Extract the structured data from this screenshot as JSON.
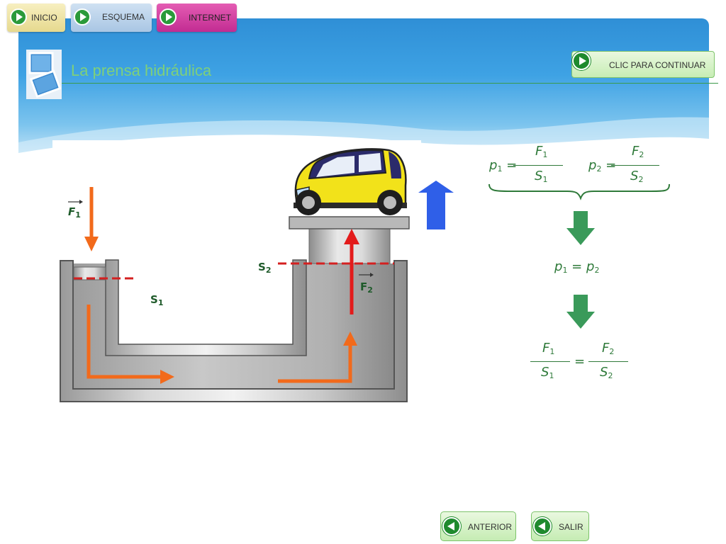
{
  "nav": {
    "inicio": "INICIO",
    "esquema": "ESQUEMA",
    "internet": "INTERNET"
  },
  "header": {
    "title": "La prensa hidráulica",
    "continue_label": "CLIC PARA CONTINUAR"
  },
  "diagram": {
    "force1_label": "F",
    "force1_sub": "1",
    "force2_label": "F",
    "force2_sub": "2",
    "surface1_label": "S",
    "surface1_sub": "1",
    "surface2_label": "S",
    "surface2_sub": "2"
  },
  "formulas": {
    "p1_lhs": "p",
    "p1_sub": "1",
    "eq": "=",
    "p1_num": "F",
    "p1_num_sub": "1",
    "p1_den": "S",
    "p1_den_sub": "1",
    "p2_lhs": "p",
    "p2_sub": "2",
    "p2_num": "F",
    "p2_num_sub": "2",
    "p2_den": "S",
    "p2_den_sub": "2",
    "equal_pressure_a": "p",
    "equal_pressure_a_sub": "1",
    "equal_pressure_b": "p",
    "equal_pressure_b_sub": "2",
    "ratio_left_num": "F",
    "ratio_left_num_sub": "1",
    "ratio_left_den": "S",
    "ratio_left_den_sub": "1",
    "ratio_right_num": "F",
    "ratio_right_num_sub": "2",
    "ratio_right_den": "S",
    "ratio_right_den_sub": "2"
  },
  "footer": {
    "anterior": "ANTERIOR",
    "salir": "SALIR"
  },
  "colors": {
    "sky": "#3ea2e4",
    "formula_green": "#2f7a3a",
    "title_green": "#7fd07a",
    "arrow_orange": "#f26a1b",
    "arrow_red": "#e31b1b",
    "arrow_blue": "#2f5fe8",
    "arrow_green": "#3a9a5a"
  }
}
